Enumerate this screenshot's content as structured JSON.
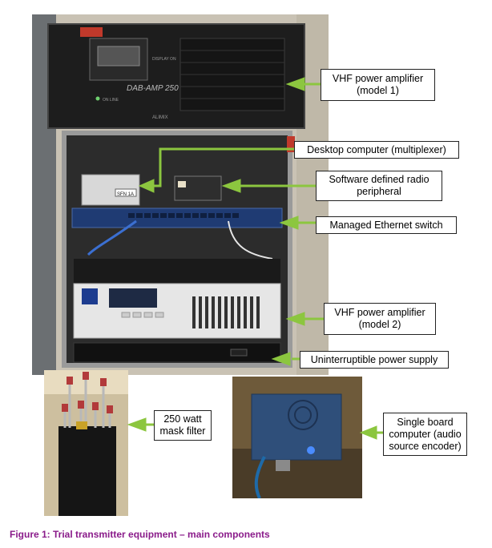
{
  "labels": {
    "vhf_amp_1": "VHF power amplifier\n(model 1)",
    "desktop_computer": "Desktop computer (multiplexer)",
    "sdr": "Software defined radio\nperipheral",
    "switch": "Managed Ethernet switch",
    "vhf_amp_2": "VHF power amplifier\n(model 2)",
    "ups": "Uninterruptible power supply",
    "mask_filter": "250 watt\nmask filter",
    "sbc": "Single board\ncomputer (audio\nsource encoder)"
  },
  "device_text": {
    "amp1_model": "DAB-AMP 250",
    "amp1_brand": "ALIMIX",
    "amp1_display_label": "DISPLAY ON",
    "amp1_led_label": "ON LINE",
    "mux_label": "SFN 1A"
  },
  "caption": "Figure 1: Trial transmitter equipment – main components",
  "colors": {
    "arrow": "#8cc63f",
    "caption": "#8a1b8a"
  }
}
